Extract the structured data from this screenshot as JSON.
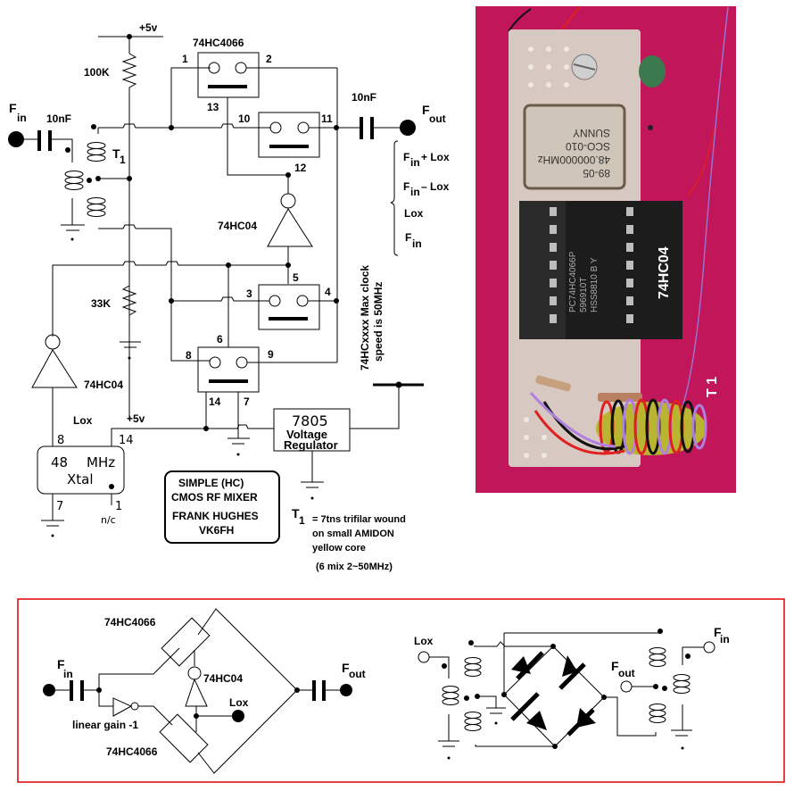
{
  "title_box": {
    "line1": "SIMPLE (HC)",
    "line2": "CMOS RF MIXER",
    "line3": "FRANK HUGHES",
    "line4": "VK6FH"
  },
  "schematic": {
    "supply_label": "+5v",
    "supply_label_2": "+5v",
    "r_top": "100K",
    "r_bottom": "33K",
    "cap_in": "10nF",
    "cap_out": "10nF",
    "fin_main": "F",
    "fin_sub": "in",
    "fout_main": "F",
    "fout_sub": "out",
    "transformer_main": "T",
    "transformer_sub": "1",
    "switch_ic": "74HC4066",
    "inverter_ic_1": "74HC04",
    "inverter_ic_2": "74HC04",
    "pins": {
      "p1": "1",
      "p2": "2",
      "p13": "13",
      "p10": "10",
      "p11": "11",
      "p12": "12",
      "p5": "5",
      "p3": "3",
      "p4": "4",
      "p6": "6",
      "p8": "8",
      "p9": "9",
      "p14": "14",
      "p7": "7"
    },
    "outputs": [
      {
        "main": "F",
        "sub": "in",
        "suffix": " + Lox"
      },
      {
        "main": "F",
        "sub": "in",
        "suffix": " – Lox"
      },
      {
        "main": "Lox",
        "sub": "",
        "suffix": ""
      },
      {
        "main": "F",
        "sub": "in",
        "suffix": ""
      }
    ],
    "note_rot_1": "74HCxxxx  Max clock",
    "note_rot_2": "speed is 50MHz",
    "regulator_1": "7805",
    "regulator_2": "Voltage",
    "regulator_3": "Regulator",
    "xtal": {
      "lox": "Lox",
      "pin8": "8",
      "pin14": "14",
      "pin7": "7",
      "pin1": "1",
      "freq": "48",
      "unit": "MHz",
      "name": "Xtal",
      "nc": "n/c"
    },
    "t1_note": {
      "main": "T",
      "sub": "1",
      "line1": "= 7tns trifilar wound",
      "line2": "on small AMIDON",
      "line3": "yellow core",
      "line4": "(6 mix  2~50MHz)"
    }
  },
  "photo": {
    "xtal_line1": "SUNNY",
    "xtal_line2": "SCO-010",
    "xtal_line3": "48.000000MHz",
    "xtal_line4": "89-05",
    "ic_line1": "PC74HC4066P",
    "ic_line2": "596910T",
    "ic_line3": "HSS8810 B Y",
    "ic_label": "74HC04",
    "t1_label": "T 1",
    "colors": {
      "background": "#c2165a",
      "board": "#d6c6c0",
      "ic": "#1c1c1c"
    }
  },
  "block_diagram": {
    "switch_top": "74HC4066",
    "switch_bottom": "74HC4066",
    "inverter": "74HC04",
    "fin_main": "F",
    "fin_sub": "in",
    "fout_main": "F",
    "fout_sub": "out",
    "lox": "Lox",
    "gain_note": "linear gain -1"
  },
  "diode_ring": {
    "lox": "Lox",
    "fout_main": "F",
    "fout_sub": "out",
    "fin_main": "F",
    "fin_sub": "in"
  },
  "frame_color": "#e00000"
}
